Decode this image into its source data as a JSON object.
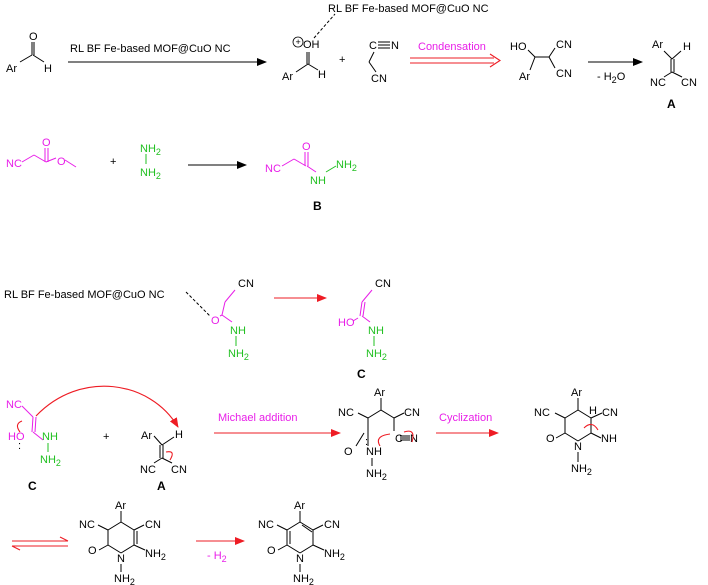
{
  "catalyst": "RL BF Fe-based MOF@CuO NC",
  "conditions": {
    "condensation": "Condensation",
    "minus_h2o": "- H",
    "h2o_sub": "2",
    "h2o_o": "O",
    "michael": "Michael addition",
    "cyclization": "Cyclization",
    "minus_h2": "- H",
    "h2_sub": "2"
  },
  "atoms": {
    "ar": "Ar",
    "o": "O",
    "h": "H",
    "oh": "OH",
    "ho": "HO",
    "cn": "CN",
    "nc": "NC",
    "n": "N",
    "c": "C",
    "nh": "NH",
    "nh2": "NH",
    "sub2": "2",
    "plus": "+",
    "oplus": "+",
    "dots": ":"
  },
  "compound_labels": [
    "A",
    "B",
    "C",
    "C",
    "A"
  ]
}
